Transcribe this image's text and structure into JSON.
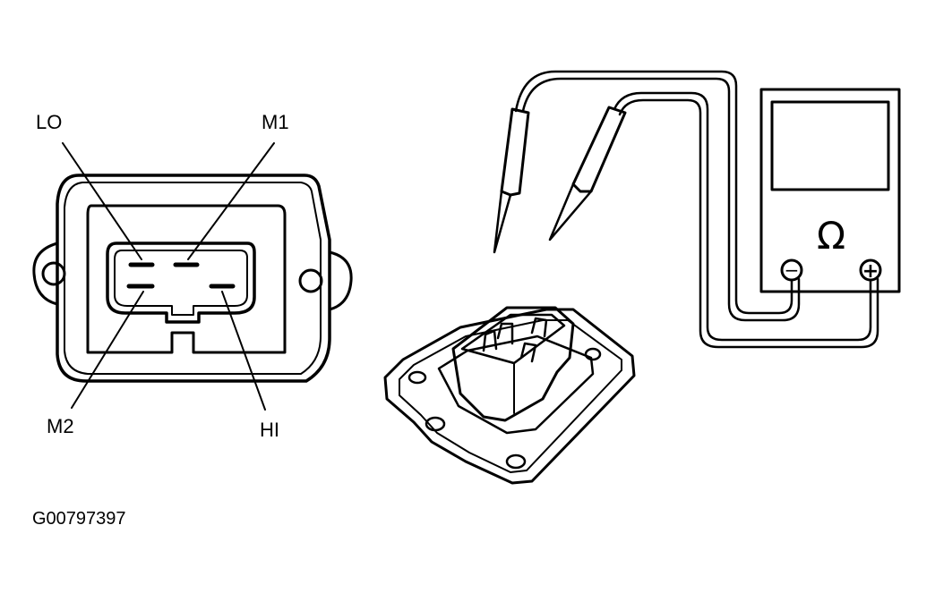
{
  "labels": {
    "lo": "LO",
    "m1": "M1",
    "m2": "M2",
    "hi": "HI"
  },
  "meter": {
    "symbol": "Ω",
    "neg": "−",
    "pos": "+"
  },
  "figure_id": "G00797397",
  "colors": {
    "ink": "#000000",
    "paper": "#ffffff"
  }
}
